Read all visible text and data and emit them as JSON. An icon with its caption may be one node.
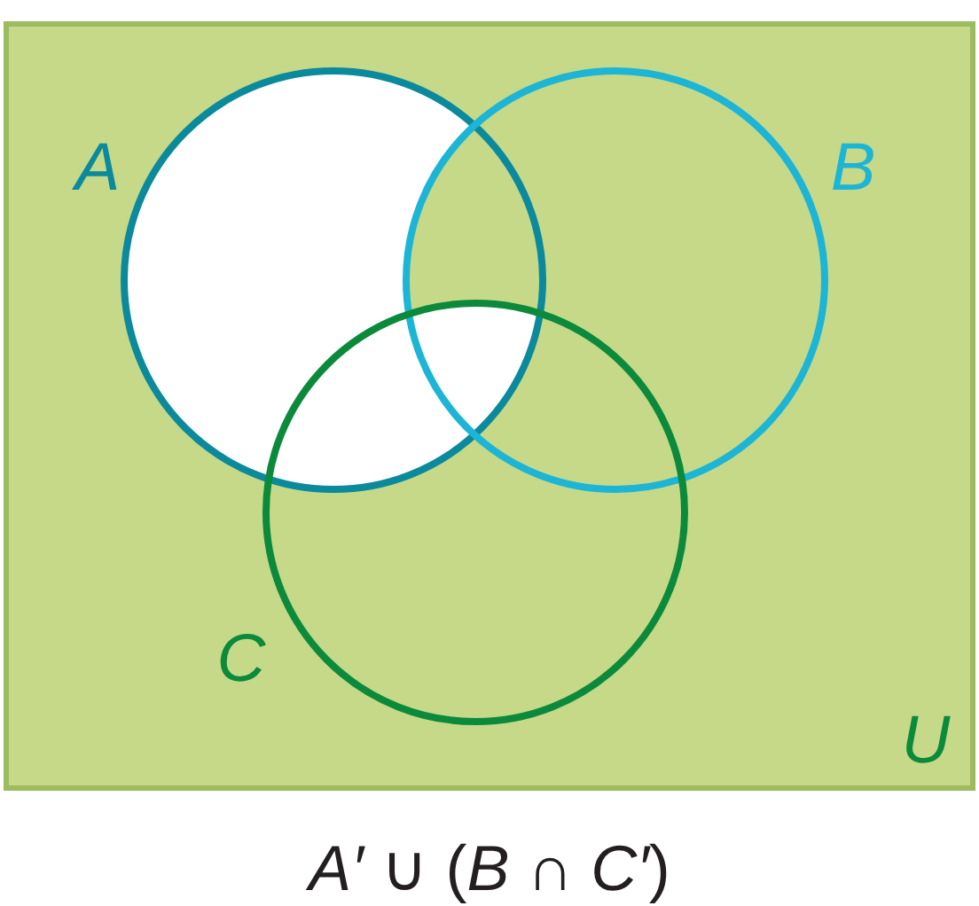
{
  "diagram": {
    "caption": "*A′* ∪ (*B* ∩ *C′*)",
    "nodes": [
      {
        "text": [
          "U"
        ]
      },
      {
        "text": [
          "A"
        ],
        "in": 0
      },
      {
        "text": [
          "B"
        ],
        "in": 0
      },
      {
        "text": [
          "C"
        ],
        "in": 0
      }
    ]
  }
}
